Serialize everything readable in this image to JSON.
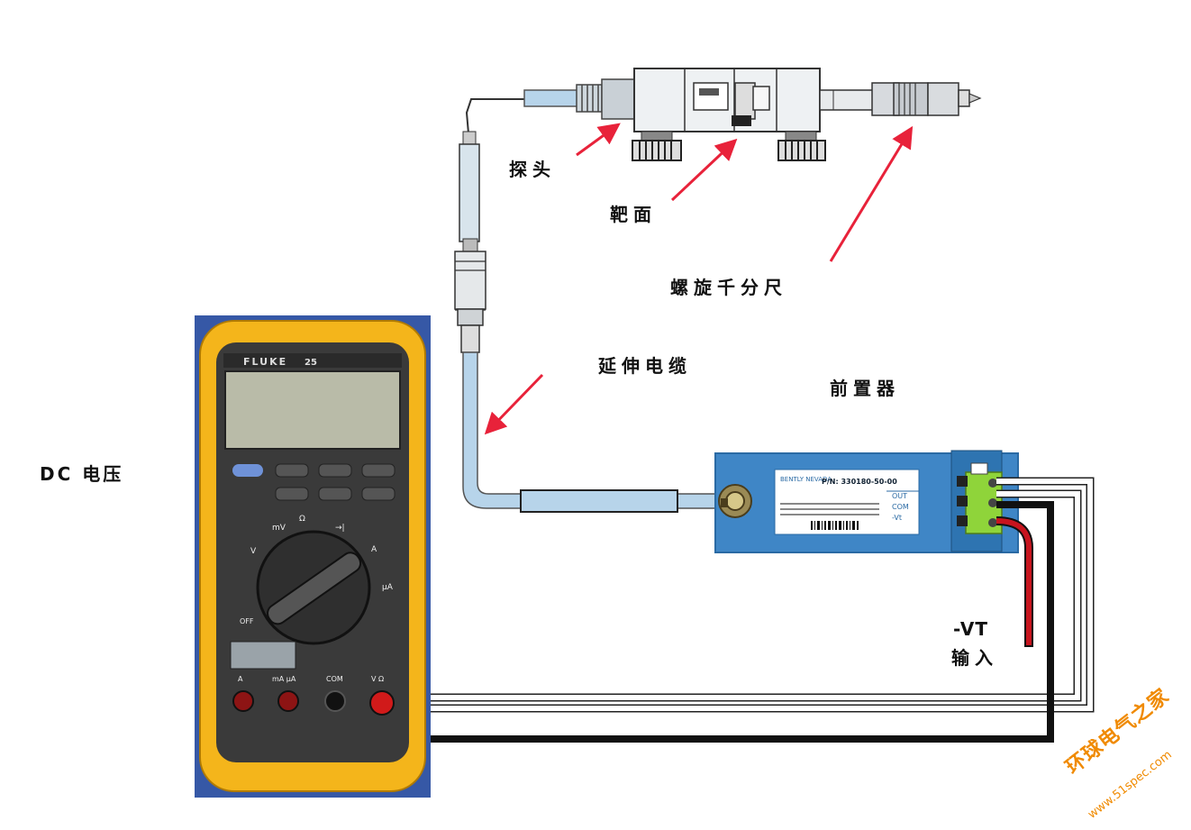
{
  "labels": {
    "probe": "探头",
    "target": "靶面",
    "micrometer": "螺旋千分尺",
    "extension_cable": "延伸电缆",
    "proximitor": "前置器",
    "dc_voltage": "DC 电压",
    "vt_line1": "-VT",
    "vt_line2": "输入"
  },
  "meter": {
    "brand": "FLUKE",
    "model": "25",
    "buttons": [
      "",
      "",
      "",
      "",
      "",
      "",
      ""
    ],
    "dial_off": "OFF",
    "jack_labels": [
      "A",
      "mA µA",
      "COM",
      "V Ω"
    ]
  },
  "proximitor_tag": {
    "pn": "P/N: 330180-50-00",
    "terminals": [
      "OUT",
      "COM",
      "-Vt"
    ]
  },
  "watermark": {
    "line1": "环球电气之家",
    "line2": "www.51spec.com"
  },
  "colors": {
    "meter_case": "#f4b51b",
    "meter_face": "#3a3a3a",
    "lcd": "#b9bba8",
    "proximitor": "#3f86c6",
    "terminal_block": "#8fd43a",
    "cable_blue": "#b7d4ea",
    "arrow_red": "#e8223a",
    "wire_red": "#c8141e",
    "watermark": "#f08a00"
  }
}
